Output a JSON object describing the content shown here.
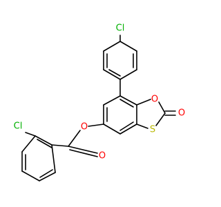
{
  "colors": {
    "bond": "#000000",
    "oxygen": "#ff0000",
    "sulfur": "#b8b800",
    "chlorine": "#00b000"
  },
  "atoms": {
    "cl_top": {
      "label": "Cl",
      "element": "chlorine"
    },
    "o_ring": {
      "label": "O",
      "element": "oxygen"
    },
    "o_carbonyl_ring": {
      "label": "O",
      "element": "oxygen"
    },
    "s_ring": {
      "label": "S",
      "element": "sulfur"
    },
    "o_ester": {
      "label": "O",
      "element": "oxygen"
    },
    "o_carbonyl_ester": {
      "label": "O",
      "element": "oxygen"
    },
    "cl_left": {
      "label": "Cl",
      "element": "chlorine"
    }
  }
}
